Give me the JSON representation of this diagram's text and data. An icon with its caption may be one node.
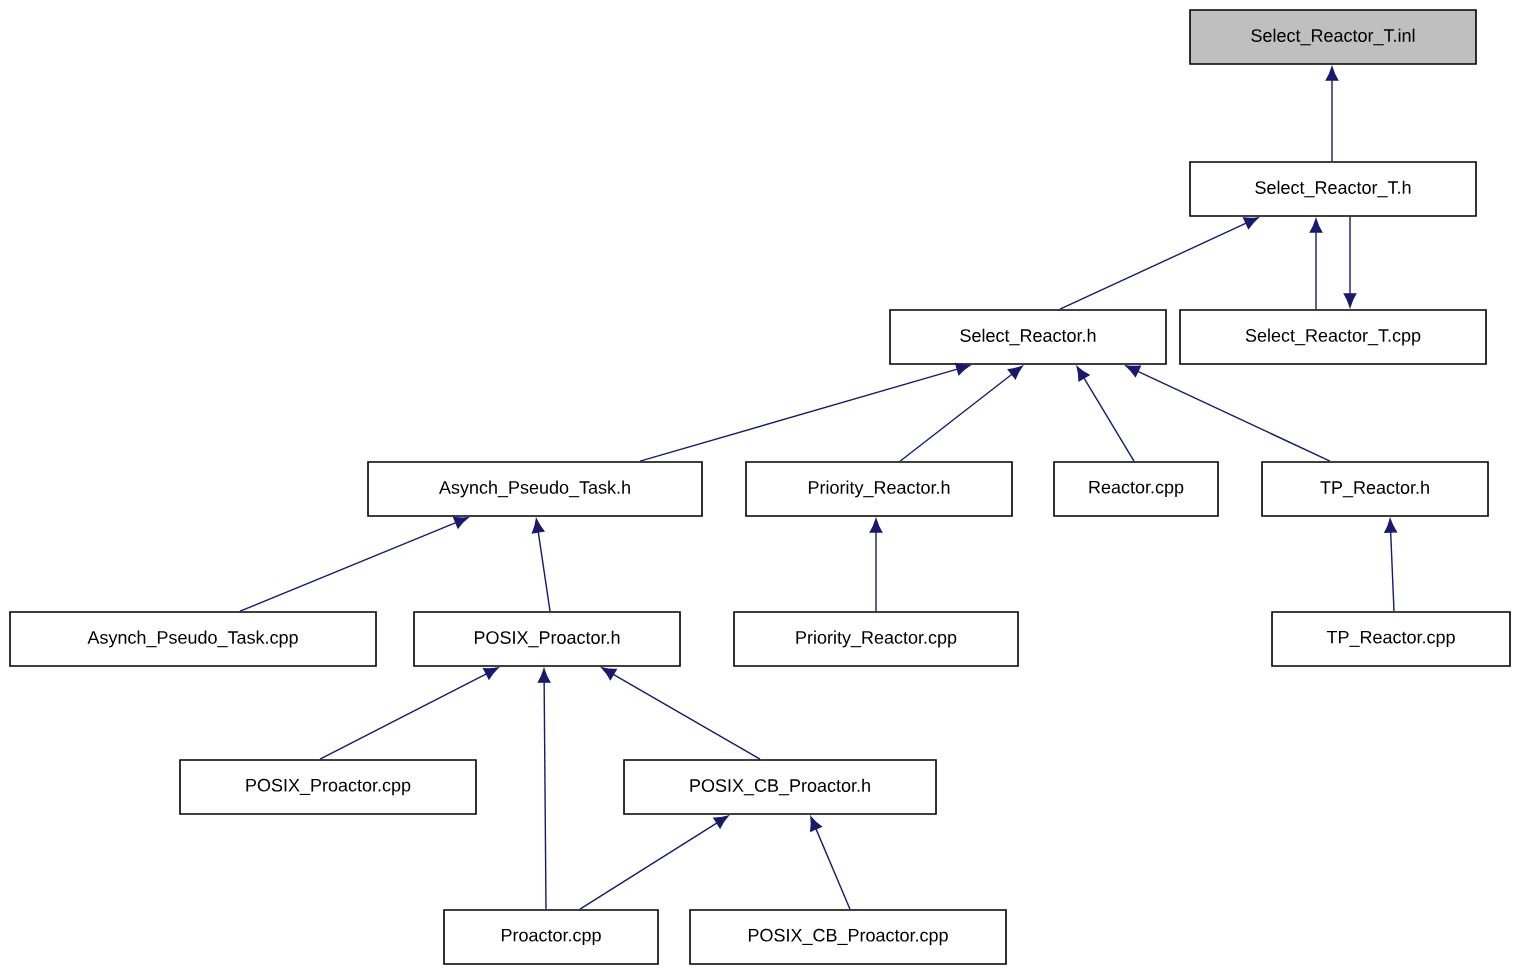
{
  "diagram": {
    "nodes": [
      {
        "text": [
          "Select_Reactor_T.inl"
        ]
      },
      {
        "text": [
          "Select_Reactor_T.h"
        ]
      },
      {
        "text": [
          "Select_Reactor.h"
        ]
      },
      {
        "text": [
          "Select_Reactor_T.cpp"
        ]
      },
      {
        "text": [
          "Asynch_Pseudo_Task.h"
        ]
      },
      {
        "text": [
          "Priority_Reactor.h"
        ]
      },
      {
        "text": [
          "Reactor.cpp"
        ]
      },
      {
        "text": [
          "TP_Reactor.h"
        ]
      },
      {
        "text": [
          "Asynch_Pseudo_Task.cpp"
        ]
      },
      {
        "text": [
          "POSIX_Proactor.h"
        ]
      },
      {
        "text": [
          "Priority_Reactor.cpp"
        ]
      },
      {
        "text": [
          "TP_Reactor.cpp"
        ]
      },
      {
        "text": [
          "POSIX_Proactor.cpp"
        ]
      },
      {
        "text": [
          "POSIX_CB_Proactor.h"
        ]
      },
      {
        "text": [
          "Proactor.cpp"
        ]
      },
      {
        "text": [
          "POSIX_CB_Proactor.cpp"
        ]
      }
    ],
    "edges": [
      {
        "from": 1,
        "to": 0,
        "arrow": "to"
      },
      {
        "from": 2,
        "to": 1,
        "arrow": "to"
      },
      {
        "from": 3,
        "to": 1,
        "arrow": "to"
      },
      {
        "from": 1,
        "to": 3,
        "arrow": "to"
      },
      {
        "from": 4,
        "to": 2,
        "arrow": "to"
      },
      {
        "from": 5,
        "to": 2,
        "arrow": "to"
      },
      {
        "from": 6,
        "to": 2,
        "arrow": "to"
      },
      {
        "from": 7,
        "to": 2,
        "arrow": "to"
      },
      {
        "from": 8,
        "to": 4,
        "arrow": "to"
      },
      {
        "from": 9,
        "to": 4,
        "arrow": "to"
      },
      {
        "from": 10,
        "to": 5,
        "arrow": "to"
      },
      {
        "from": 11,
        "to": 7,
        "arrow": "to"
      },
      {
        "from": 12,
        "to": 9,
        "arrow": "to"
      },
      {
        "from": 14,
        "to": 9,
        "arrow": "to"
      },
      {
        "from": 13,
        "to": 9,
        "arrow": "to"
      },
      {
        "from": 14,
        "to": 13,
        "arrow": "to"
      },
      {
        "from": 15,
        "to": 13,
        "arrow": "to"
      }
    ]
  }
}
